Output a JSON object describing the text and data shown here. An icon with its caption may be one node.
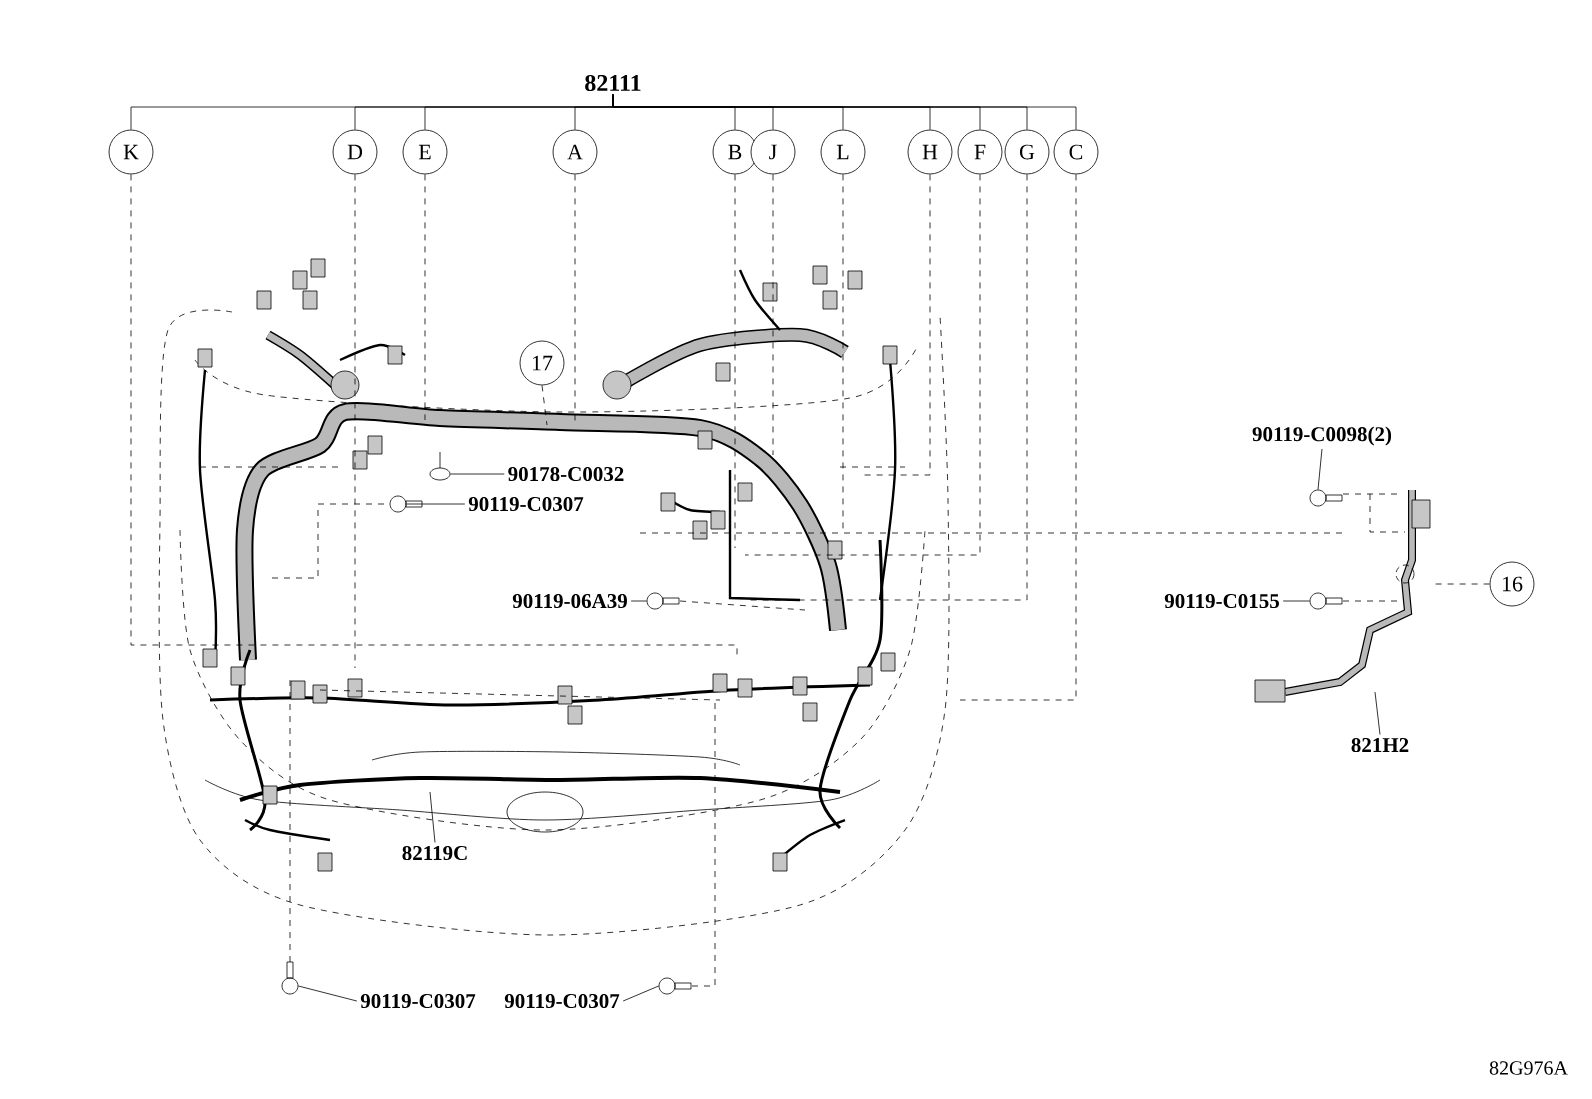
{
  "diagram": {
    "nodes": [
      {
        "text": [
          "82111"
        ]
      },
      {
        "text": [
          "K"
        ]
      },
      {
        "text": [
          "D"
        ]
      },
      {
        "text": [
          "E"
        ]
      },
      {
        "text": [
          "A"
        ]
      },
      {
        "text": [
          "B"
        ]
      },
      {
        "text": [
          "J"
        ]
      },
      {
        "text": [
          "L"
        ]
      },
      {
        "text": [
          "H"
        ]
      },
      {
        "text": [
          "F"
        ]
      },
      {
        "text": [
          "G"
        ]
      },
      {
        "text": [
          "C"
        ]
      },
      {
        "text": [
          "17"
        ]
      },
      {
        "text": [
          "16"
        ]
      },
      {
        "text": [
          "90178-C0032"
        ]
      },
      {
        "text": [
          "90119-C0307"
        ]
      },
      {
        "text": [
          "90119-06A39"
        ]
      },
      {
        "text": [
          "90119-C0098(2)"
        ]
      },
      {
        "text": [
          "90119-C0155"
        ]
      },
      {
        "text": [
          "90119-C0307"
        ]
      },
      {
        "text": [
          "90119-C0307"
        ]
      },
      {
        "text": [
          "82119C"
        ]
      },
      {
        "text": [
          "821H2"
        ]
      },
      {
        "text": [],
        "shape": "clip"
      },
      {
        "text": [],
        "shape": "bolt"
      },
      {
        "text": [],
        "shape": "bolt"
      },
      {
        "text": [],
        "shape": "bolt"
      },
      {
        "text": [],
        "shape": "bolt"
      },
      {
        "text": [],
        "shape": "bolt"
      },
      {
        "text": [],
        "shape": "bolt"
      }
    ],
    "edges": [
      {
        "from": 0,
        "to": 1,
        "arrow": "none"
      },
      {
        "from": 0,
        "to": 2,
        "arrow": "none"
      },
      {
        "from": 0,
        "to": 3,
        "arrow": "none"
      },
      {
        "from": 0,
        "to": 4,
        "arrow": "none"
      },
      {
        "from": 0,
        "to": 5,
        "arrow": "none"
      },
      {
        "from": 0,
        "to": 6,
        "arrow": "none"
      },
      {
        "from": 0,
        "to": 7,
        "arrow": "none"
      },
      {
        "from": 0,
        "to": 8,
        "arrow": "none"
      },
      {
        "from": 0,
        "to": 9,
        "arrow": "none"
      },
      {
        "from": 0,
        "to": 10,
        "arrow": "none"
      },
      {
        "from": 0,
        "to": 11,
        "arrow": "none"
      },
      {
        "from": 1,
        "to": null,
        "arrow": "none",
        "style": "dashed"
      },
      {
        "from": 2,
        "to": null,
        "arrow": "none",
        "style": "dashed"
      },
      {
        "from": 3,
        "to": null,
        "arrow": "none",
        "style": "dashed"
      },
      {
        "from": 4,
        "to": null,
        "arrow": "none",
        "style": "dashed"
      },
      {
        "from": 5,
        "to": null,
        "arrow": "none",
        "style": "dashed"
      },
      {
        "from": 6,
        "to": null,
        "arrow": "none",
        "style": "dashed"
      },
      {
        "from": 7,
        "to": null,
        "arrow": "none",
        "style": "dashed"
      },
      {
        "from": 8,
        "to": null,
        "arrow": "none",
        "style": "dashed"
      },
      {
        "from": 9,
        "to": null,
        "arrow": "none",
        "style": "dashed"
      },
      {
        "from": 10,
        "to": null,
        "arrow": "none",
        "style": "dashed"
      },
      {
        "from": 11,
        "to": null,
        "arrow": "none",
        "style": "dashed"
      },
      {
        "from": 12,
        "to": null,
        "arrow": "none",
        "style": "dashed"
      },
      {
        "from": 13,
        "to": null,
        "arrow": "none",
        "style": "dashed"
      },
      {
        "from": 14,
        "to": 23,
        "arrow": "none"
      },
      {
        "from": 15,
        "to": 24,
        "arrow": "none"
      },
      {
        "from": 16,
        "to": 25,
        "arrow": "none"
      },
      {
        "from": 17,
        "to": 26,
        "arrow": "none"
      },
      {
        "from": 18,
        "to": 27,
        "arrow": "none"
      },
      {
        "from": 19,
        "to": 28,
        "arrow": "none"
      },
      {
        "from": 20,
        "to": 29,
        "arrow": "none"
      },
      {
        "from": 21,
        "to": null,
        "arrow": "none"
      },
      {
        "from": 22,
        "to": null,
        "arrow": "none"
      }
    ],
    "labels": [
      "82G976A"
    ]
  }
}
